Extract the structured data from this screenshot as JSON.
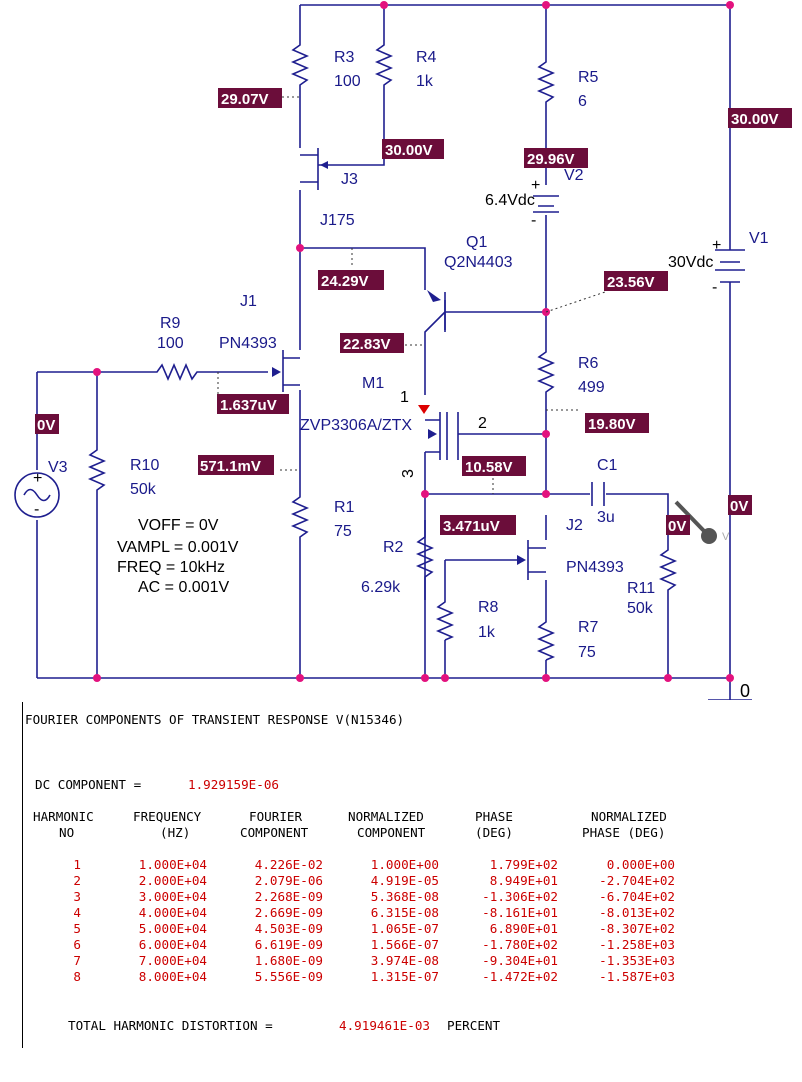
{
  "schematic": {
    "components": {
      "R3": {
        "name": "R3",
        "value": "100"
      },
      "R4": {
        "name": "R4",
        "value": "1k"
      },
      "R5": {
        "name": "R5",
        "value": "6"
      },
      "V2": {
        "name": "V2",
        "value": "6.4Vdc"
      },
      "J3": {
        "name": "J3",
        "part": "J175"
      },
      "Q1": {
        "name": "Q1",
        "part": "Q2N4403"
      },
      "V1": {
        "name": "V1",
        "value": "30Vdc"
      },
      "J1": {
        "name": "J1",
        "part": "PN4393"
      },
      "R9": {
        "name": "R9",
        "value": "100"
      },
      "R6": {
        "name": "R6",
        "value": "499"
      },
      "M1": {
        "name": "M1",
        "part": "ZVP3306A/ZTX",
        "pin1": "1",
        "pin2": "2",
        "pin3": "3"
      },
      "V3": {
        "name": "V3"
      },
      "R10": {
        "name": "R10",
        "value": "50k"
      },
      "R1": {
        "name": "R1",
        "value": "75"
      },
      "C1": {
        "name": "C1",
        "value": "3u"
      },
      "R2": {
        "name": "R2",
        "value": "6.29k"
      },
      "J2": {
        "name": "J2",
        "part": "PN4393"
      },
      "R8": {
        "name": "R8",
        "value": "1k"
      },
      "R7": {
        "name": "R7",
        "value": "75"
      },
      "R11": {
        "name": "R11",
        "value": "50k"
      },
      "GND": {
        "name": "0"
      }
    },
    "source_params": [
      "VOFF = 0V",
      "VAMPL = 0.001V",
      "FREQ = 10kHz",
      "AC = 0.001V"
    ],
    "bias_labels": {
      "v_29_07": "29.07V",
      "v_30_00_a": "30.00V",
      "v_29_96": "29.96V",
      "v_30_00_b": "30.00V",
      "v_24_29": "24.29V",
      "v_23_56": "23.56V",
      "v_22_83": "22.83V",
      "v_1_637u": "1.637uV",
      "v_0_left": "0V",
      "v_19_80": "19.80V",
      "v_571": "571.1mV",
      "v_10_58": "10.58V",
      "v_0_right": "0V",
      "v_3_471u": "3.471uV",
      "v_0_probe": "0V"
    },
    "probe_marker": "V",
    "colors": {
      "wire": "#1f1f8f",
      "bias_bg": "#6b0d3a",
      "bias_text": "#ffffff",
      "junction": "#e3127e",
      "report_values": "#cc0000"
    }
  },
  "report": {
    "title": "FOURIER COMPONENTS OF TRANSIENT RESPONSE V(N15346)",
    "dc_label": "DC COMPONENT =",
    "dc_value": "1.929159E-06",
    "headers": {
      "h1a": "HARMONIC",
      "h1b": "NO",
      "h2a": "FREQUENCY",
      "h2b": "(HZ)",
      "h3a": "FOURIER",
      "h3b": "COMPONENT",
      "h4a": "NORMALIZED",
      "h4b": "COMPONENT",
      "h5a": "PHASE",
      "h5b": "(DEG)",
      "h6a": "NORMALIZED",
      "h6b": "PHASE (DEG)"
    },
    "rows": [
      [
        "1",
        "1.000E+04",
        "4.226E-02",
        "1.000E+00",
        "1.799E+02",
        "0.000E+00"
      ],
      [
        "2",
        "2.000E+04",
        "2.079E-06",
        "4.919E-05",
        "8.949E+01",
        "-2.704E+02"
      ],
      [
        "3",
        "3.000E+04",
        "2.268E-09",
        "5.368E-08",
        "-1.306E+02",
        "-6.704E+02"
      ],
      [
        "4",
        "4.000E+04",
        "2.669E-09",
        "6.315E-08",
        "-8.161E+01",
        "-8.013E+02"
      ],
      [
        "5",
        "5.000E+04",
        "4.503E-09",
        "1.065E-07",
        "6.890E+01",
        "-8.307E+02"
      ],
      [
        "6",
        "6.000E+04",
        "6.619E-09",
        "1.566E-07",
        "-1.780E+02",
        "-1.258E+03"
      ],
      [
        "7",
        "7.000E+04",
        "1.680E-09",
        "3.974E-08",
        "-9.304E+01",
        "-1.353E+03"
      ],
      [
        "8",
        "8.000E+04",
        "5.556E-09",
        "1.315E-07",
        "-1.472E+02",
        "-1.587E+03"
      ]
    ],
    "thd_label": "TOTAL HARMONIC DISTORTION =",
    "thd_value": "4.919461E-03",
    "thd_unit": "PERCENT"
  }
}
